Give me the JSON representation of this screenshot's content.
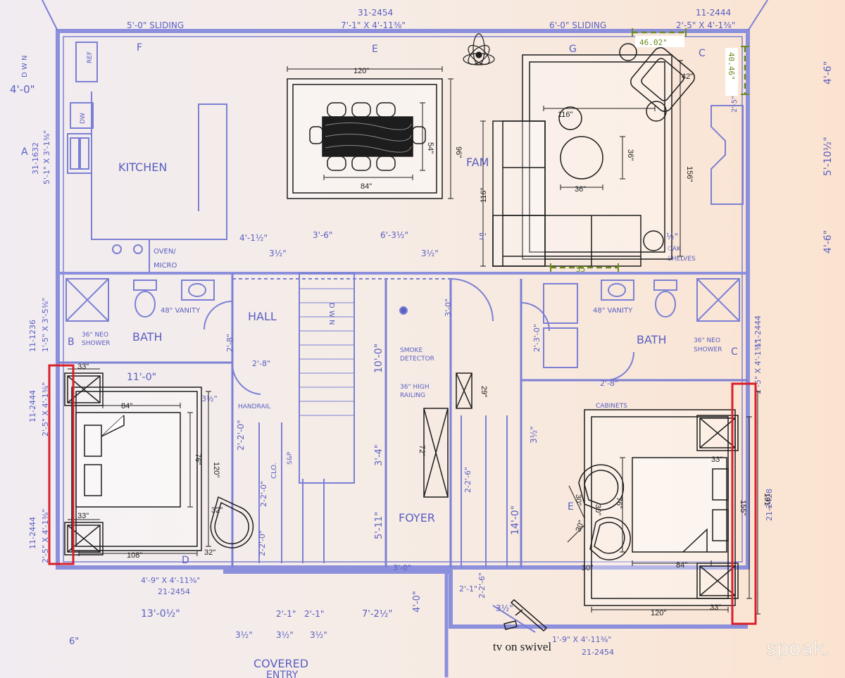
{
  "plan": {
    "top_dims": [
      "5'-0\" SLIDING",
      "31-2454",
      "7'-1\" X 4'-11⅜\"",
      "6'-0\" SLIDING",
      "2'-5\" X 4'-1⅜\"",
      "11-2444"
    ],
    "left_dims": [
      "D W N",
      "REF",
      "4'-0\"",
      "DW",
      "31-1632",
      "5'-1\" X 3'-1⅜\"",
      "11-1236",
      "1'-5\" X 3'-5⅜\"",
      "11-2444",
      "2'-5\" X 4'-1⅜\"",
      "11-2444",
      "2'-5\" X 4'-1⅜\""
    ],
    "right_dims": [
      "11-2444",
      "2'-5\" X 4'-1⅜\"",
      "4'-6\"",
      "5'-10½\"",
      "4'-6\"",
      "11-2444",
      "2'-5\" X 4'-1⅜\"",
      "21-2428"
    ],
    "rooms": {
      "kitchen": "KITCHEN",
      "fam": "FAM",
      "hall": "HALL",
      "bath_left": "BATH",
      "bath_right": "BATH",
      "foyer": "FOYER",
      "covered": "COVERED",
      "entry": "ENTRY"
    },
    "notes": {
      "oven": "OVEN/",
      "micro": "MICRO",
      "vanity_left": "48\" VANITY",
      "vanity_right": "48\" VANITY",
      "neo_left_1": "36\" NEO",
      "neo_left_2": "SHOWER",
      "neo_right_1": "36\" NEO",
      "neo_right_2": "SHOWER",
      "smoke_1": "SMOKE",
      "smoke_2": "DETECTOR",
      "railing_1": "36\" HIGH",
      "railing_2": "RAILING",
      "handrail": "HANDRAIL",
      "cabinets": "CABINETS",
      "oak": "OAK",
      "shelves": "SHELVES",
      "dwn_stair": "D W N"
    },
    "inner_dims": [
      "4'-1½\"",
      "3'-6\"",
      "6'-3½\"",
      "3½\"",
      "3½\"",
      "2'-8\"",
      "2'-8\"",
      "11'-0\"",
      "3½\"",
      "10'-0\"",
      "3'-0\"",
      "2'-3'-0\"",
      "2'-8\"",
      "3'-4\"",
      "5'-11\"",
      "14'-0\"",
      "3½\"",
      "2'-2'-0\"",
      "2-2'-0\"",
      "2-2'-0\"",
      "2-2'-6\"",
      "2-2'-6\"",
      "CLO.",
      "S&P",
      "3'-0\"",
      "2'-1\"",
      "4'-0\"",
      "3½\""
    ],
    "bottom_dims": [
      "4'-9\" X 4'-11⅜\"",
      "21-2454",
      "13'-0½\"",
      "2'-1\"",
      "2'-1\"",
      "7'-2½\"",
      "3½\"",
      "3½\"",
      "3½\"",
      "6\"",
      "1'-9\" X 4'-11⅜\"",
      "21-2454"
    ],
    "letters": [
      "F",
      "E",
      "G",
      "C",
      "A",
      "B",
      "C",
      "D",
      "E"
    ]
  },
  "furniture": {
    "rug_width": "120\"",
    "rug_height": "96\"",
    "table_width": "84\"",
    "table_height": "54\"",
    "fam_area_width": "116\"",
    "fam_area_height": "156\"",
    "sectional_height": "116\"",
    "coffee_w": "36\"",
    "coffee_h": "36\"",
    "chair_w": "42\"",
    "fam_bottom": "55",
    "fam_five": "5'",
    "fam_half": "½\"",
    "window_measure_1": "46.02\"",
    "window_measure_2": "40.46\"",
    "bed_left_nightstand_top": "33\"",
    "bed_left_width": "84\"",
    "bed_left_height": "76\"",
    "bed_left_rug": "120\"",
    "bed_left_nightstand_bottom": "33\"",
    "bed_left_rug_w": "108\"",
    "bed_left_chair": "32\"",
    "bed_left_chair_2": "32\"",
    "console_72": "72\"",
    "console_29": "29\"",
    "bed_right_nightstand_top": "33\"",
    "bed_right_width": "84\"",
    "bed_right_height": "76\"",
    "bed_right_rug_w": "120\"",
    "bed_right_nightstand_bottom": "33\"",
    "bed_right_155": "155\"",
    "bed_right_191": "191\"",
    "chair_30a": "30\"",
    "chair_30b": "30\"",
    "chair_30c": "30\"",
    "chair_30d": "30\"",
    "tv_note": "tv on swivel"
  },
  "logo": "spoak.",
  "colors": {
    "blueprint": "#5a5fc2",
    "ink": "#1d1d1d",
    "highlight": "#d8202a",
    "measure": "#6e8b1e"
  }
}
